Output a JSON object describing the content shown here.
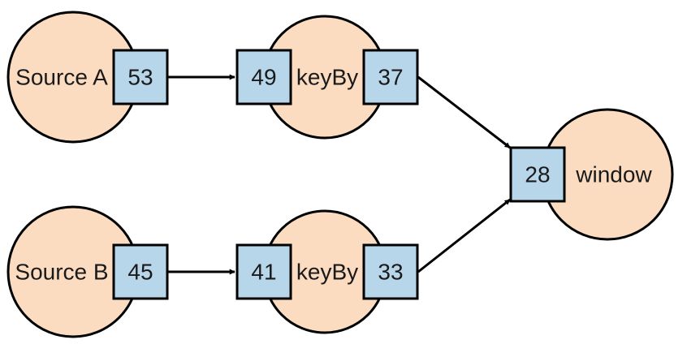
{
  "diagram": {
    "colors": {
      "operator_fill": "#fbdcc0",
      "watermark_fill": "#b7d6ea",
      "stroke": "#000000"
    },
    "source_a": {
      "label": "Source A",
      "out": "53"
    },
    "keyby_a": {
      "label": "keyBy",
      "in": "49",
      "out": "37"
    },
    "source_b": {
      "label": "Source B",
      "out": "45"
    },
    "keyby_b": {
      "label": "keyBy",
      "in": "41",
      "out": "33"
    },
    "window": {
      "label": "window",
      "in": "28"
    }
  }
}
